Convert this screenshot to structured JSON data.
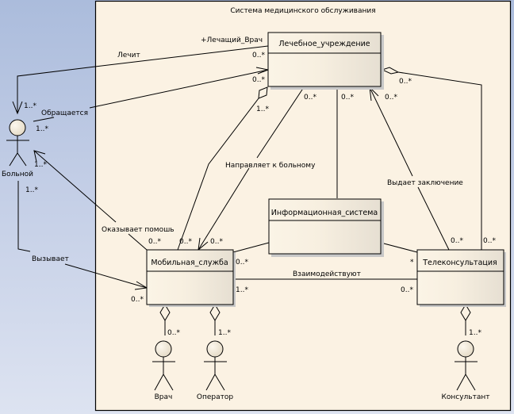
{
  "boundary": {
    "title": "Система медицинского обслуживания"
  },
  "classes": [
    {
      "id": "lech",
      "name": "Лечебное_учреждение"
    },
    {
      "id": "info",
      "name": "Информационная_система"
    },
    {
      "id": "mob",
      "name": "Мобильная_служба"
    },
    {
      "id": "tele",
      "name": "Телеконсультация"
    }
  ],
  "actors": [
    {
      "id": "bolnoy",
      "name": "Больной"
    },
    {
      "id": "vrach",
      "name": "Врач"
    },
    {
      "id": "operator",
      "name": "Оператор"
    },
    {
      "id": "konsultant",
      "name": "Консультант"
    }
  ],
  "associations": {
    "lechit": {
      "label": "Лечит",
      "role": "+Лечащий_Врач",
      "mult_lech": "0..*",
      "mult_bolnoy": "1..*"
    },
    "obrashchaetsya": {
      "label": "Обращается",
      "mult_lech": "0..*",
      "mult_bolnoy": "1..*"
    },
    "okazyvaet": {
      "label": "Оказывает помошь",
      "mult_bolnoy": "1..*",
      "mult_mob": "0..*"
    },
    "vyzyvaet": {
      "label": "Вызывает",
      "mult_bolnoy": "1..*",
      "mult_mob": "0..*"
    },
    "napravlyaet": {
      "label": "Направляет к больному",
      "mult_lech": "0..*",
      "mult_mob": "0..*"
    },
    "agg_lech_mob": {
      "mult_lech": "1..*",
      "mult_mob": "0..*"
    },
    "lech_info": {
      "mult_lech": "0..*"
    },
    "vydaet": {
      "label": "Выдает заключение",
      "mult_lech": "0..*",
      "mult_tele": "0..*"
    },
    "agg_lech_tele": {
      "mult_lech": "0..*",
      "mult_tele": "0..*"
    },
    "vzaimodeystvuyut": {
      "label": "Взаимодействуют",
      "mult_mob": "1..*",
      "mult_tele": "0..*"
    },
    "info_mob": {
      "mult_mob": "0..*"
    },
    "info_tele": {
      "mult_tele": "*"
    },
    "mob_vrach": {
      "mult": "0..*"
    },
    "mob_operator": {
      "mult": "1..*"
    },
    "tele_konsultant": {
      "mult": "1..*"
    }
  }
}
